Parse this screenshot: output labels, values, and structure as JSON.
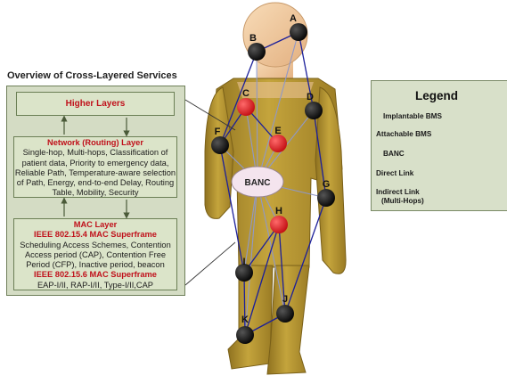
{
  "overview": {
    "title": "Overview of Cross-Layered Services",
    "higher_layers": "Higher Layers",
    "network": {
      "title": "Network (Routing) Layer",
      "lines": [
        "Single-hop, Multi-hops, Classification of",
        "patient data, Priority to emergency data,",
        "Reliable Path, Temperature-aware selection",
        "of Path, Energy, end-to-end Delay, Routing",
        "Table, Mobility, Security"
      ]
    },
    "mac": {
      "title": "MAC Layer",
      "sub1": "IEEE 802.15.4 MAC Superframe",
      "lines": [
        "Scheduling Access Schemes, Contention",
        "Access period (CAP), Contention Free",
        "Period (CFP), Inactive period, beacon"
      ],
      "sub2": "IEEE 802.15.6 MAC Superframe",
      "line_last": "EAP-I/II, RAP-I/II, Type-I/II,CAP"
    }
  },
  "legend": {
    "title": "Legend",
    "implantable": "Implantable BMS",
    "attachable": "Attachable BMS",
    "banc": "BANC",
    "direct_link": "Direct Link",
    "indirect_link_1": "Indirect Link",
    "indirect_link_2": "(Multi-Hops)"
  },
  "banc_label": "BANC",
  "colors": {
    "implantable": "#e0141a",
    "attachable": "#0a0a0a",
    "direct_link": "#8f98c8",
    "indirect_link": "#1b1f9a",
    "body": "#b7962e",
    "head": "#f2c9a0",
    "panel_border": "#6b7f55",
    "heading_red": "#c0101a"
  },
  "nodes": [
    {
      "id": "A",
      "type": "attachable"
    },
    {
      "id": "B",
      "type": "attachable"
    },
    {
      "id": "C",
      "type": "implantable"
    },
    {
      "id": "D",
      "type": "attachable"
    },
    {
      "id": "E",
      "type": "implantable"
    },
    {
      "id": "F",
      "type": "attachable"
    },
    {
      "id": "G",
      "type": "attachable"
    },
    {
      "id": "H",
      "type": "implantable"
    },
    {
      "id": "I",
      "type": "attachable"
    },
    {
      "id": "J",
      "type": "attachable"
    },
    {
      "id": "K",
      "type": "attachable"
    }
  ],
  "direct_links": [
    "A-BANC",
    "B-BANC",
    "C-BANC",
    "D-BANC",
    "E-BANC",
    "F-BANC",
    "G-BANC",
    "H-BANC",
    "I-BANC",
    "J-BANC",
    "K-BANC"
  ],
  "indirect_links": [
    "B-A",
    "A-D",
    "D-G",
    "G-J",
    "B-F",
    "F-I",
    "I-K",
    "K-J",
    "J-H",
    "H-I",
    "H-K",
    "C-E",
    "C-F"
  ]
}
